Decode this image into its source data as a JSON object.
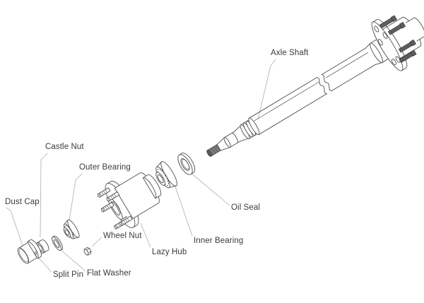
{
  "diagram": {
    "title_hidden": "",
    "labels": {
      "dust_cap": "Dust Cap",
      "castle_nut": "Castle Nut",
      "outer_bearing": "Outer Bearing",
      "wheel_nut": "Wheel Nut",
      "split_pin": "Split Pin",
      "flat_washer": "Flat Washer",
      "lazy_hub": "Lazy Hub",
      "inner_bearing": "Inner Bearing",
      "oil_seal": "Oil Seal",
      "axle_shaft": "Axle Shaft"
    },
    "colors": {
      "background": "#ffffff",
      "line": "#4d4d4d",
      "leader_line": "#adadad",
      "text": "#3b3b3b",
      "thread_dark": "#6e6e6e"
    }
  }
}
